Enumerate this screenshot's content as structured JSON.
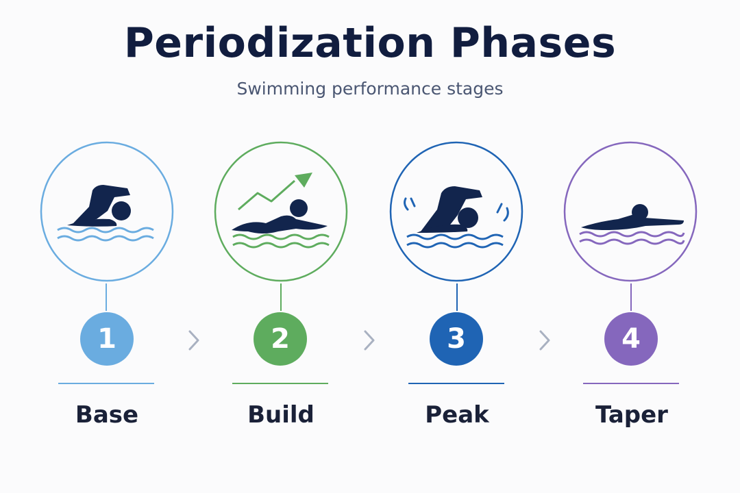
{
  "title": "Periodization Phases",
  "subtitle": "Swimming performance stages",
  "phases": [
    {
      "number": "1",
      "label": "Base",
      "color": "#6aace0",
      "icon": "swimmer-freestyle-icon"
    },
    {
      "number": "2",
      "label": "Build",
      "color": "#5eac5e",
      "icon": "swimmer-rising-trend-icon"
    },
    {
      "number": "3",
      "label": "Peak",
      "color": "#1f64b4",
      "icon": "swimmer-splash-icon"
    },
    {
      "number": "4",
      "label": "Taper",
      "color": "#8567bd",
      "icon": "swimmer-glide-icon"
    }
  ],
  "swimmer_color": "#12254d",
  "separator_icon": "chevron-right-icon",
  "separator_color": "#a9b1c1"
}
